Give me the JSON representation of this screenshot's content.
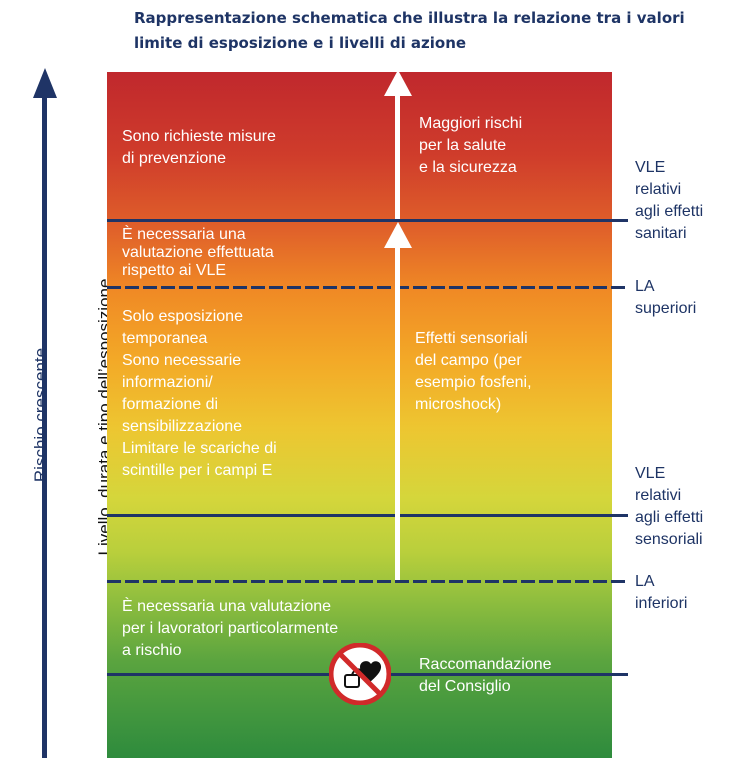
{
  "title": {
    "line1": "Rappresentazione schematica che illustra la relazione tra i valori",
    "line2": "limite di esposizione e i livelli di azione"
  },
  "axis": {
    "risk_label": "Rischio crescente",
    "level_label": "Livello, durata e tipo dell’esposizione"
  },
  "zones": {
    "prevention": [
      "Sono richieste misure",
      "di prevenzione"
    ],
    "vle_assessment": [
      "È necessaria una",
      "valutazione effettuata",
      "rispetto ai VLE"
    ],
    "temporary": [
      "Solo esposizione",
      "temporanea",
      "Sono necessarie",
      "informazioni/",
      "formazione di",
      "sensibilizzazione",
      "Limitare le scariche di",
      "scintille per i campi E"
    ],
    "workers_risk": [
      "È necessaria una valutazione",
      "per i lavoratori particolarmente",
      "a rischio"
    ]
  },
  "effects": {
    "higher_risk": [
      "Maggiori rischi",
      "per la salute",
      "e la sicurezza"
    ],
    "sensory": [
      "Effetti sensoriali",
      "del campo (per",
      "esempio fosfeni,",
      "microshock)"
    ],
    "council": [
      "Raccomandazione",
      "del Consiglio"
    ]
  },
  "thresholds": {
    "vle_health": [
      "VLE",
      "relativi",
      "agli effetti",
      "sanitari"
    ],
    "la_upper": [
      "LA",
      "superiori"
    ],
    "vle_sensory": [
      "VLE",
      "relativi",
      "agli effetti",
      "sensoriali"
    ],
    "la_lower": [
      "LA",
      "inferiori"
    ]
  },
  "icons": {
    "prohibited_pacemaker": "no-pacemaker-icon"
  },
  "colors": {
    "navy": "#1f3466",
    "top_red": "#c0282d",
    "bottom_green": "#2e8b3d"
  }
}
